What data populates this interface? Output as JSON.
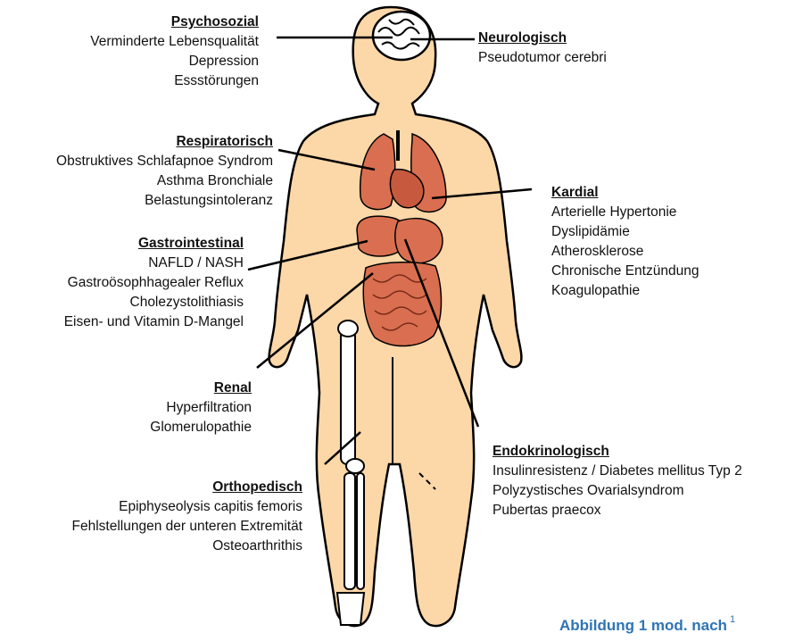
{
  "groups": {
    "psychosozial": {
      "title": "Psychosozial",
      "items": [
        "Verminderte Lebensqualität",
        "Depression",
        "Essstörungen"
      ]
    },
    "respiratorisch": {
      "title": "Respiratorisch",
      "items": [
        "Obstruktives Schlafapnoe Syndrom",
        "Asthma Bronchiale",
        "Belastungsintoleranz"
      ]
    },
    "gastrointestinal": {
      "title": "Gastrointestinal",
      "items": [
        "NAFLD / NASH",
        "Gastroösophhagealer Reflux",
        "Cholezystolithiasis",
        "Eisen- und Vitamin D-Mangel"
      ]
    },
    "renal": {
      "title": "Renal",
      "items": [
        "Hyperfiltration",
        "Glomerulopathie"
      ]
    },
    "orthopedisch": {
      "title": "Orthopedisch",
      "items": [
        "Epiphyseolysis capitis femoris",
        "Fehlstellungen der unteren Extremität",
        "Osteoarthrithis"
      ]
    },
    "neurologisch": {
      "title": "Neurologisch",
      "items": [
        "Pseudotumor cerebri"
      ]
    },
    "kardial": {
      "title": "Kardial",
      "items": [
        "Arterielle Hypertonie",
        "Dyslipidämie",
        "Atherosklerose",
        "Chronische Entzündung",
        "Koagulopathie"
      ]
    },
    "endokrinologisch": {
      "title": "Endokrinologisch",
      "items": [
        "Insulinresistenz / Diabetes mellitus Typ 2",
        "Polyzystisches Ovarialsyndrom",
        "Pubertas praecox"
      ]
    }
  },
  "caption": {
    "text": "Abbildung 1 mod. nach",
    "ref": "1"
  },
  "colors": {
    "skin": "#fcd7a8",
    "organ": "#d96f50",
    "outline": "#000000",
    "caption": "#2e74b5",
    "bone": "#ffffff"
  }
}
